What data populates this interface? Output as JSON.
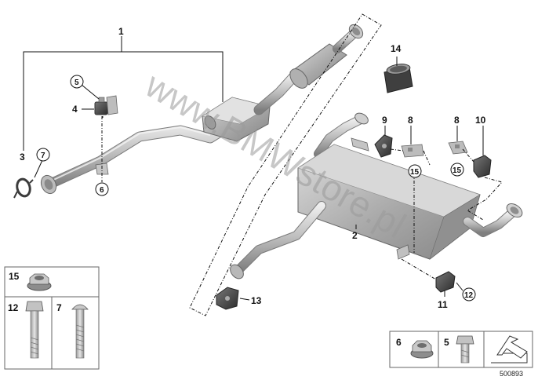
{
  "callouts": {
    "c1": "1",
    "c2": "2",
    "c3": "3",
    "c4": "4",
    "c5": "5",
    "c6": "6",
    "c7": "7",
    "c8a": "8",
    "c8b": "8",
    "c9": "9",
    "c10": "10",
    "c11": "11",
    "c12": "12",
    "c13": "13",
    "c14": "14",
    "c15a": "15",
    "c15b": "15"
  },
  "legend": {
    "l15": "15",
    "l12": "12",
    "l7": "7",
    "l6": "6",
    "l5": "5"
  },
  "watermark": "www.BMWstore.pl",
  "reference_number": "500893",
  "colors": {
    "part_light": "#d6d6d6",
    "part_mid": "#a9a9a9",
    "part_dark": "#7d7d7d",
    "line": "#111111"
  }
}
